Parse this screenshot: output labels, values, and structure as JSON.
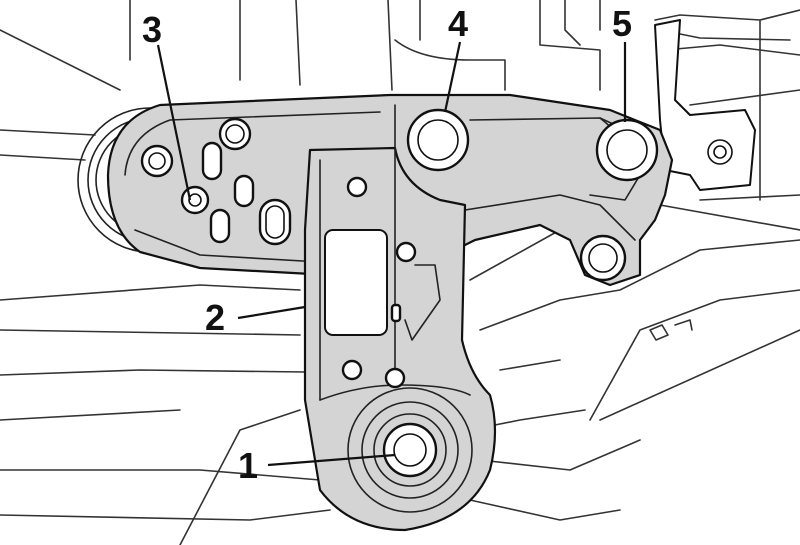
{
  "callouts": {
    "c1": "1",
    "c2": "2",
    "c3": "3",
    "c4": "4",
    "c5": "5"
  },
  "colors": {
    "line": "#111111",
    "fill_part": "#d4d4d4",
    "background": "#ffffff"
  }
}
